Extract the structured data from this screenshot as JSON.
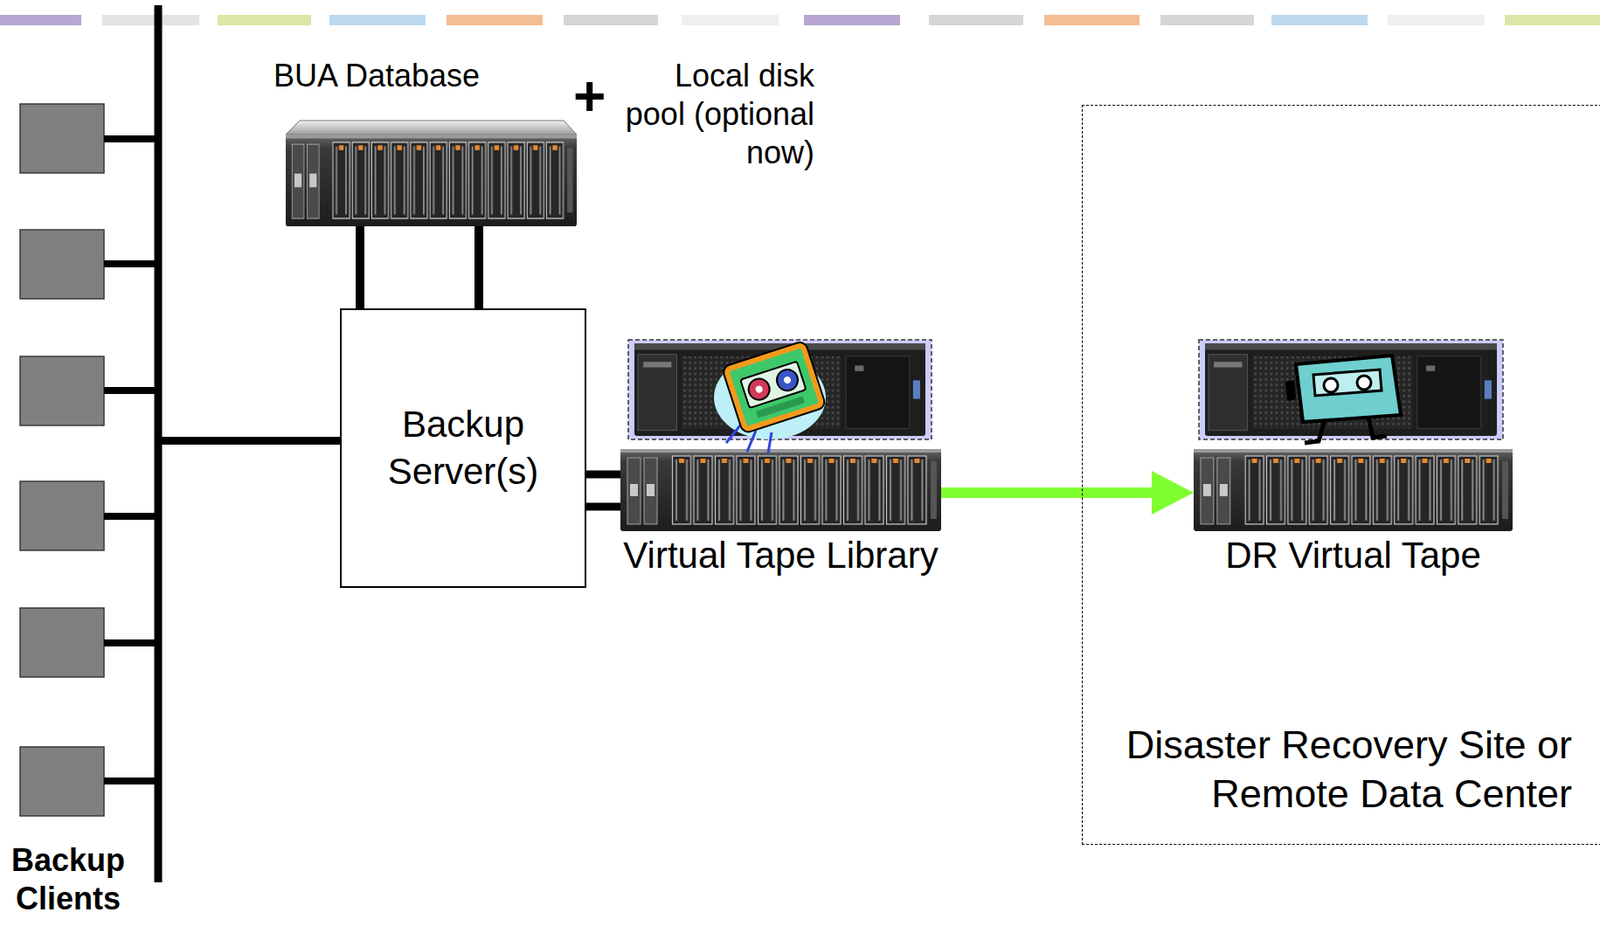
{
  "diagram": {
    "nodes": [
      {
        "text": [
          "BUA Database"
        ]
      },
      {
        "text": [
          "Backup Server(s)"
        ]
      },
      {
        "text": [
          "Virtual Tape Library"
        ]
      },
      {
        "text": [
          "Disaster Recovery Site or Remote Data Center"
        ]
      },
      {
        "text": [
          "DR Virtual Tape"
        ],
        "in": 3
      }
    ],
    "edges": [
      {
        "from": 0,
        "to": 1,
        "arrow": "none"
      },
      {
        "from": 0,
        "to": 1,
        "arrow": "none"
      },
      {
        "from": 1,
        "to": 2,
        "arrow": "none"
      },
      {
        "from": 1,
        "to": 2,
        "arrow": "none"
      },
      {
        "from": 2,
        "to": 4,
        "arrow": "to"
      }
    ],
    "labels": [
      "+",
      "Local disk pool (optional now)",
      "Backup Clients"
    ]
  }
}
